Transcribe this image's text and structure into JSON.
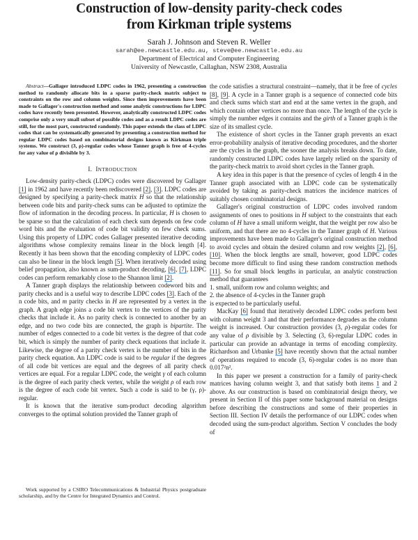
{
  "header": {
    "title_line1": "Construction of low-density parity-check codes",
    "title_line2": "from Kirkman triple systems",
    "authors": "Sarah J. Johnson  and Steven R. Weller",
    "emails": "sarah@ee.newcastle.edu.au, steve@ee.newcastle.edu.au",
    "department": "Department of Electrical and Computer Engineering",
    "university": "University of Newcastle, Callaghan, NSW 2308, Australia"
  },
  "abstract": {
    "lead": "Abstract",
    "text": "—Gallager introduced LDPC codes in 1962, presenting a construction method to randomly allocate bits in a sparse parity-check matrix subject to constraints on the row and column weights. Since then improvements have been made to Gallager's construction method and some analytic constructions for LDPC codes have recently been presented. However, analytically constructed LDPC codes comprise only a very small subset of possible codes and as a result LDPC codes are still, for the most part, constructed randomly. This paper extends the class of LDPC codes that can be systematically generated by presenting a construction method for regular LDPC codes based on combinatorial designs known as Kirkman triple systems. We construct (3, ρ)-regular codes whose Tanner graph is free of 4-cycles for any value of ρ divisible by 3."
  },
  "section1": {
    "number": "I.",
    "title_first": "I",
    "title_rest": "NTRODUCTION"
  },
  "left": {
    "p1": {
      "a": "Low-density parity-check (LDPC) codes were discovered by Gallager ",
      "c1": "[1]",
      "b": " in 1962 and have recently been rediscovered ",
      "c2": "[2]",
      "sep": ", ",
      "c3": "[3]",
      "d": ". LDPC codes are designed by specifying a parity-check matrix ",
      "H1": "H",
      "e": " so that the relationship between code bits and parity-check sums can be adjusted to optimize the flow of information in the decoding process. In particular, ",
      "H2": "H",
      "f": " is chosen to be sparse so that the calculation of each check sum depends on few code word bits and the evaluation of code bit validity on few check sums. Using this property of LDPC codes Gallager presented iterative decoding algorithms whose complexity remains linear in the block length [4]. Recently it has been shown that the encoding complexity of LDPC codes can also be linear in the block length ",
      "c5": "[5]",
      "g": ". When iteratively decoded using belief propagation, also known as sum-product decoding, ",
      "c6": "[6]",
      "sep2": ", ",
      "c7": "[7]",
      "h": ", LDPC codes can perform remarkably close to the Shannon limit ",
      "c2b": "[2]",
      "end": "."
    },
    "p2": {
      "a": "A Tanner graph displays the relationship between codeword bits and parity checks and is a useful way to describe LDPC codes ",
      "c3": "[3]",
      "b": ". Each of the n code bits, and ",
      "m": "m",
      "c": " parity checks in ",
      "H": "H",
      "d": " are represented by a vertex in the graph. A graph edge joins a code bit vertex to the vertices of the parity checks that include it. As no parity check is connected to another by an edge, and no two code bits are connected, the graph is ",
      "bipartite": "bipartite",
      "e": ". The number of edges connected to a code bit vertex is the degree of that code bit, which is simply the number of parity check equations that include it. Likewise, the degree of a parity check vertex is the number of bits in the parity check equation. An LDPC code is said to be ",
      "regular": "regular",
      "f": " if the degrees of all code bit vertices are equal and the degrees of all parity check vertices are equal. For a regular LDPC code, the weight ",
      "gamma": "γ",
      "g": " of each column is the degree of each parity check vertex, while the weight ",
      "rho": "ρ",
      "h": " of each row is the degree of each code bit vertex. Such a code is said to be ",
      "tuple": "(γ, ρ)",
      "end": "-regular."
    },
    "p3": "It is known that the iterative sum-product decoding algorithm converges to the optimal solution provided the Tanner graph of"
  },
  "footnote": "Work supported by a CSIRO Telecommunications & Industrial Physics postgraduate scholarship, and by the Centre for Integrated Dynamics and Control.",
  "right": {
    "p1": {
      "a": "the code satisfies a structural constraint—namely, that it be free of ",
      "cycles": "cycles",
      "sp": " ",
      "c8": "[8]",
      "sep": ", ",
      "c9": "[9]",
      "b": ". A cycle in a Tanner graph is a sequence of connected code bits and check sums which start and end at the same vertex in the graph, and which contain other vertices no more than once. The length of the cycle is simply the number edges it contains and the ",
      "girth": "girth",
      "c": " of a Tanner graph is the size of its smallest cycle."
    },
    "p2": "The existence of short cycles in the Tanner graph prevents an exact error-probability analysis of iterative decoding procedures, and the shorter are the cycles in the graph, the sooner the analysis breaks down. To date, randomly constructed LDPC codes have largely relied on the sparsity of the parity-check matrix to avoid short cycles in the Tanner graph.",
    "p3": "A key idea in this paper is that the presence of cycles of length 4 in the Tanner graph associated with an LDPC code can be systematically avoided by taking as parity-check matrices the incidence matrices of suitably chosen combinatorial designs.",
    "p4": {
      "a": "Gallager's original construction of LDPC codes involved random assignments of ones to positions in ",
      "H1": "H",
      "b": " subject to the constraints that each column of ",
      "H2": "H",
      "c": " have a small uniform weight, that the weight per row also be uniform, and that there are no 4-cycles in the Tanner graph of ",
      "H3": "H",
      "d": ". Various improvements have been made to Gallager's original construction method to avoid cycles and obtain the desired column and row weights ",
      "c2": "[2]",
      "sep": ", ",
      "c6": "[6]",
      "sep2": ", ",
      "c10": "[10]",
      "e": ". When the block lengths are small, however, good LDPC codes become more difficult to find using these random construction methods ",
      "c11": "[11]",
      "f": ". So for small block lengths in particular, an analytic construction method that guarantees"
    },
    "list": [
      "1.  small, uniform row and column weights; and",
      "2.  the absence of 4-cycles in the Tanner graph"
    ],
    "after_list": "is expected to be particularly useful.",
    "p5": {
      "a": "MacKay ",
      "c6": "[6]",
      "b": " found that iteratively decoded LDPC codes perform best with column weight 3 and that their performance degrades as the column weight is increased. Our construction provides (3, ",
      "rho": "ρ",
      "c": ")-regular codes for any value of ",
      "rho2": "ρ",
      "d": " divisible by 3. Selecting (3, 6)-regular LDPC codes in particular can provide an advantage in terms of encoding complexity. Richardson and Urbanke ",
      "c5": "[5]",
      "e": " have recently shown that the actual number of operations required to encode (3, 6)-regular codes is no more than 0.017²n²."
    },
    "p6": {
      "a": "In this paper we present a construction for a family of parity-check matrices having column weight 3, and that satisfy both items ",
      "item1": "1",
      "b": " and 2 above. As our construction is based on combinatorial design theory, we present in Section II of this paper some background material on designs before describing the constructions and some of their properties in Section III. Section IV details the performance of our LDPC codes when decoded using the sum-product algorithm. Section V concludes the body of"
    }
  },
  "colors": {
    "text": "#1a1a1a",
    "citation_underline": "#5b9bd5",
    "background": "#ffffff"
  }
}
